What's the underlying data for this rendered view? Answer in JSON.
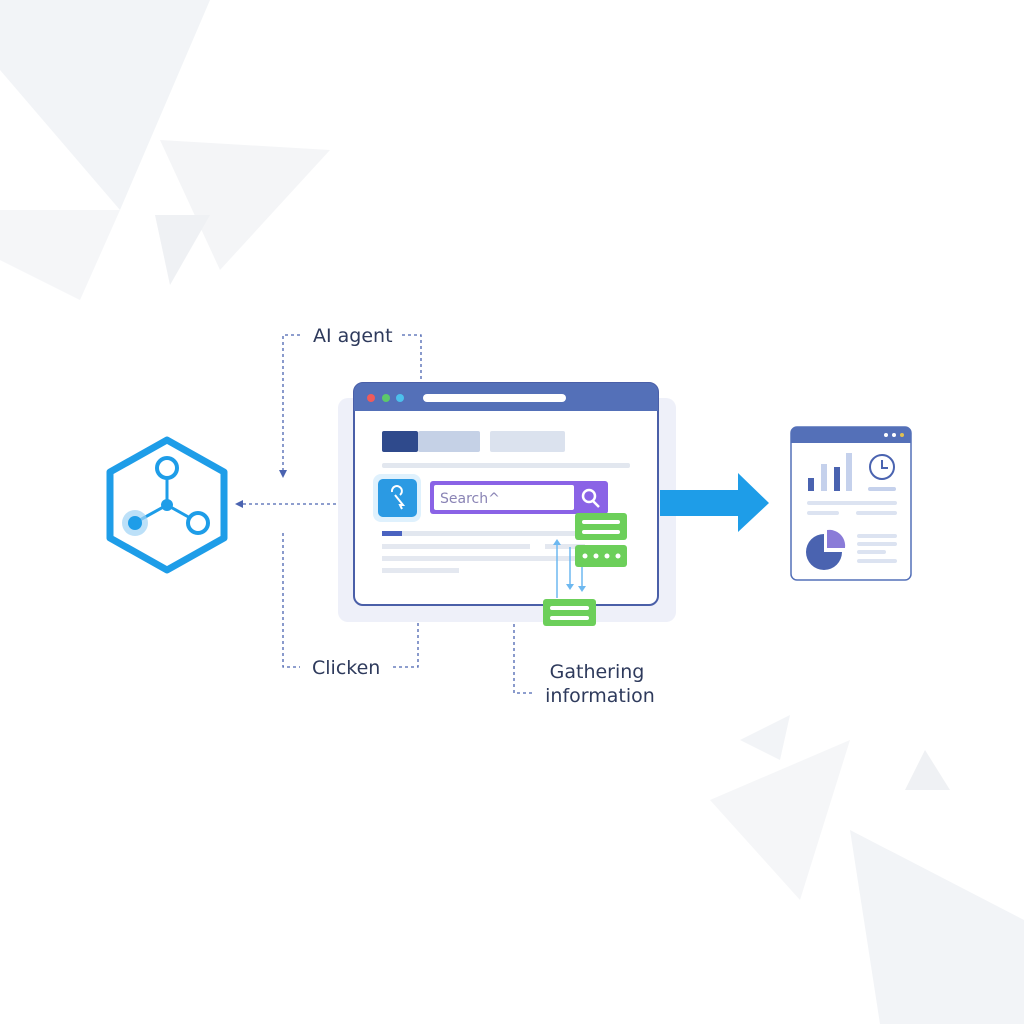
{
  "labels": {
    "ai_agent": "AI agent",
    "clicken": "Clicken",
    "gathering_line1": "Gathering",
    "gathering_line2": "information"
  },
  "browser": {
    "search_placeholder": "Search^"
  },
  "colors": {
    "accent_blue": "#1e9de8",
    "browser_header": "#5470b8",
    "search_purple": "#8a63e6",
    "green": "#6ccf5a",
    "dark_text": "#2e3a5c"
  }
}
